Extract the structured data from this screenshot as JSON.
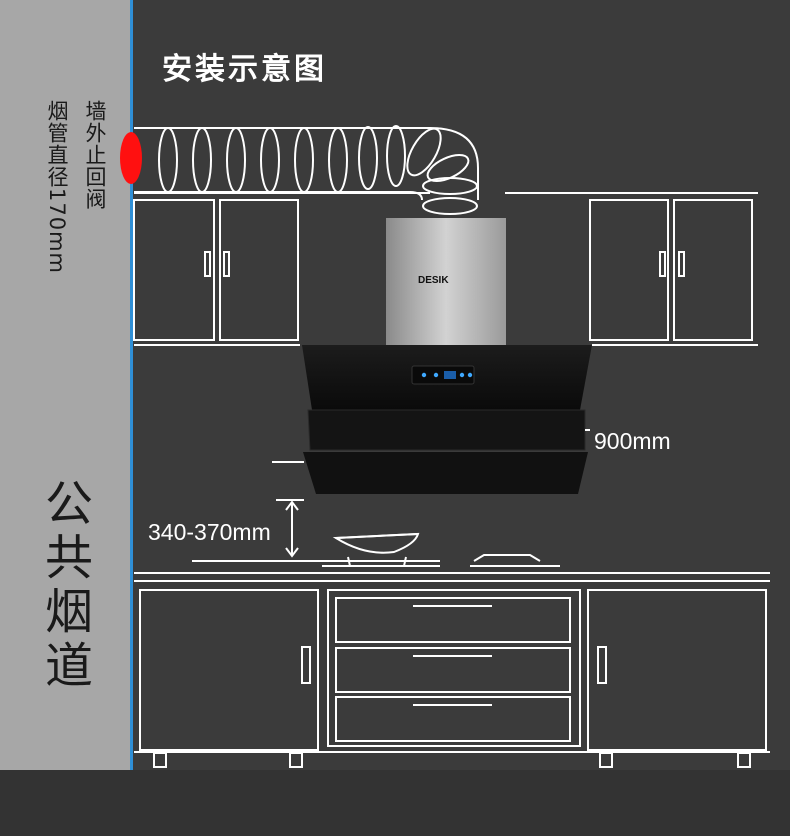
{
  "title": "安装示意图",
  "labels": {
    "wall_valve": "墙外止回阀",
    "duct_diameter": "烟管直径170mm",
    "public_duct": "公共烟道",
    "width": "900mm",
    "height": "340-370mm"
  },
  "hood": {
    "brand": "DESIK"
  },
  "colors": {
    "background": "#3b3b3b",
    "wall": "#a7a7a7",
    "wall_edge": "#2f8fd6",
    "check_valve": "#ff1010",
    "line_art": "#ffffff"
  }
}
